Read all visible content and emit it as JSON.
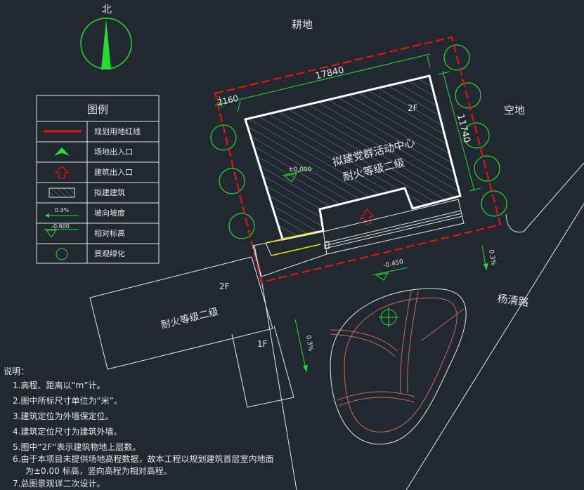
{
  "north": {
    "label": "北",
    "icon": "north-arrow-icon"
  },
  "labels": {
    "farmland": "耕地",
    "open_land": "空地",
    "road": "杨清路"
  },
  "dims": {
    "top_long": "17840",
    "top_short": "2160",
    "right": "11740",
    "elev_main": "±0.000",
    "elev_road": "-0.450",
    "slope_right": "0.3%",
    "slope_bottom": "0.3%"
  },
  "main_building": {
    "floors": "2F",
    "name": "拟建党群活动中心",
    "fire": "耐火等级二级"
  },
  "existing_building": {
    "floors": "2F",
    "fire": "耐火等级二级",
    "annex_floors": "1F"
  },
  "legend": {
    "title": "图例",
    "items": [
      {
        "label": "规划用地红线",
        "icon": "red-line-icon"
      },
      {
        "label": "场地出入口",
        "icon": "green-chevron-icon"
      },
      {
        "label": "建筑出入口",
        "icon": "red-arrow-icon"
      },
      {
        "label": "拟建建筑",
        "icon": "hatch-box-icon"
      },
      {
        "label": "坡向坡度",
        "icon": "slope-arrow-icon",
        "sample": "0.3%"
      },
      {
        "label": "相对标高",
        "icon": "elevation-mark-icon",
        "sample": "-0.600"
      },
      {
        "label": "景观绿化",
        "icon": "tree-circle-icon"
      }
    ]
  },
  "notes": {
    "title": "说明：",
    "lines": [
      "1.高程、距离以“m”计。",
      "2.图中所标尺寸单位为“米”。",
      "3.建筑定位为外墙保定位。",
      "4.建筑定位尺寸为建筑外墙。",
      "5.图中“2F”表示建筑物地上层数。",
      "6.由于本项目未提供场地高程数据，故本工程以规划建筑首层室内地面",
      "为±0.00 标高，竖向高程为相对高程。",
      "7.总图景观详二次设计。"
    ]
  },
  "colors": {
    "background": "#212830",
    "red_line": "#e01515",
    "green": "#22dd33",
    "white": "#ffffff",
    "yellow": "#e8e800"
  }
}
